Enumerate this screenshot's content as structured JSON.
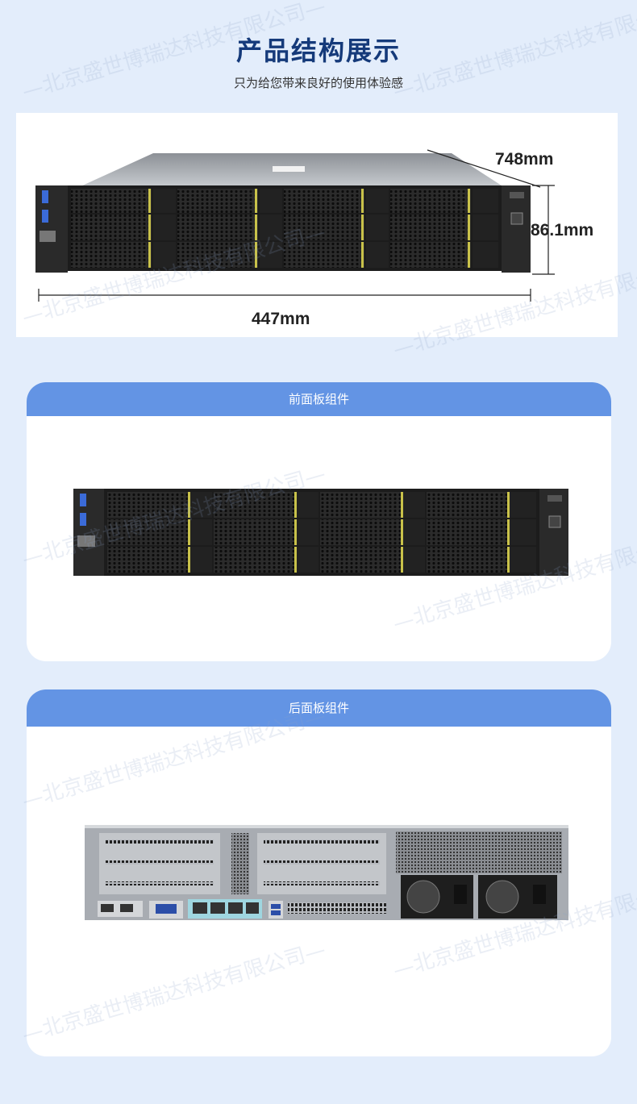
{
  "header": {
    "title": "产品结构展示",
    "subtitle": "只为给您带来良好的使用体验感"
  },
  "dimensions": {
    "depth": "748mm",
    "height": "86.1mm",
    "width": "447mm"
  },
  "sections": {
    "front": {
      "label": "前面板组件"
    },
    "rear": {
      "label": "后面板组件"
    }
  },
  "watermark": "—北京盛世博瑞达科技有限公司—",
  "colors": {
    "page_background": "#e3edfb",
    "title": "#153a7a",
    "section_header": "#6394e4",
    "drive_latch": "#c9c24a"
  },
  "icons": [
    "server-front-image",
    "server-iso-image",
    "server-rear-image",
    "dimension-arrow-icon"
  ]
}
